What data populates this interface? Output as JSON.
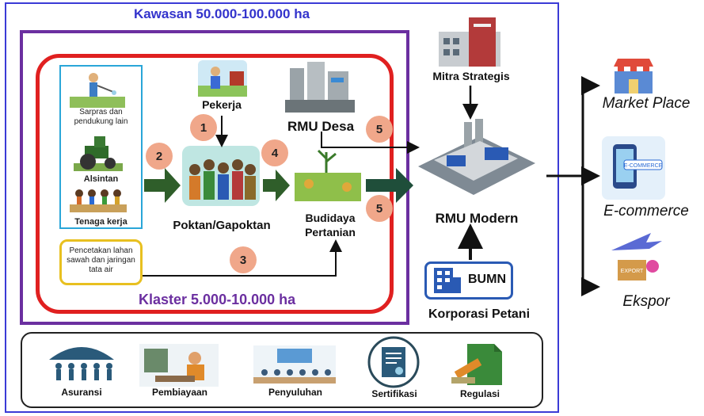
{
  "kawasan": {
    "title": "Kawasan 50.000-100.000 ha"
  },
  "klaster": {
    "title": "Klaster 5.000-10.000  ha"
  },
  "inputs": {
    "sarpras": "Sarpras dan pendukung lain",
    "alsintan": "Alsintan",
    "tenaga_kerja": "Tenaga kerja",
    "pencetakan": "Pencetakan lahan sawah dan jaringan tata air"
  },
  "nodes": {
    "pekerja": "Pekerja",
    "poktan": "Poktan/Gapoktan",
    "rmu_desa": "RMU Desa",
    "budidaya": "Budidaya Pertanian",
    "mitra": "Mitra Strategis",
    "rmu_modern": "RMU Modern",
    "bumn": "BUMN",
    "korporasi": "Korporasi Petani"
  },
  "steps": {
    "s1": "1",
    "s2": "2",
    "s3": "3",
    "s4": "4",
    "s5a": "5",
    "s5b": "5"
  },
  "outputs": {
    "market": "Market Place",
    "ecommerce": "E-commerce",
    "ekspor": "Ekspor"
  },
  "icon_text": {
    "ecommerce_sign": "E-COMMERCE",
    "export_box": "EXPORT"
  },
  "support": {
    "asuransi": "Asuransi",
    "pembiayaan": "Pembiayaan",
    "penyuluhan": "Penyuluhan",
    "sertifikasi": "Sertifikasi",
    "regulasi": "Regulasi"
  },
  "colors": {
    "kawasan_border": "#3b3bd6",
    "klaster_border": "#6b2fa0",
    "core_border": "#e02020",
    "flow_arrow": "#2f5e2a",
    "step_circle": "#f0a78a"
  }
}
